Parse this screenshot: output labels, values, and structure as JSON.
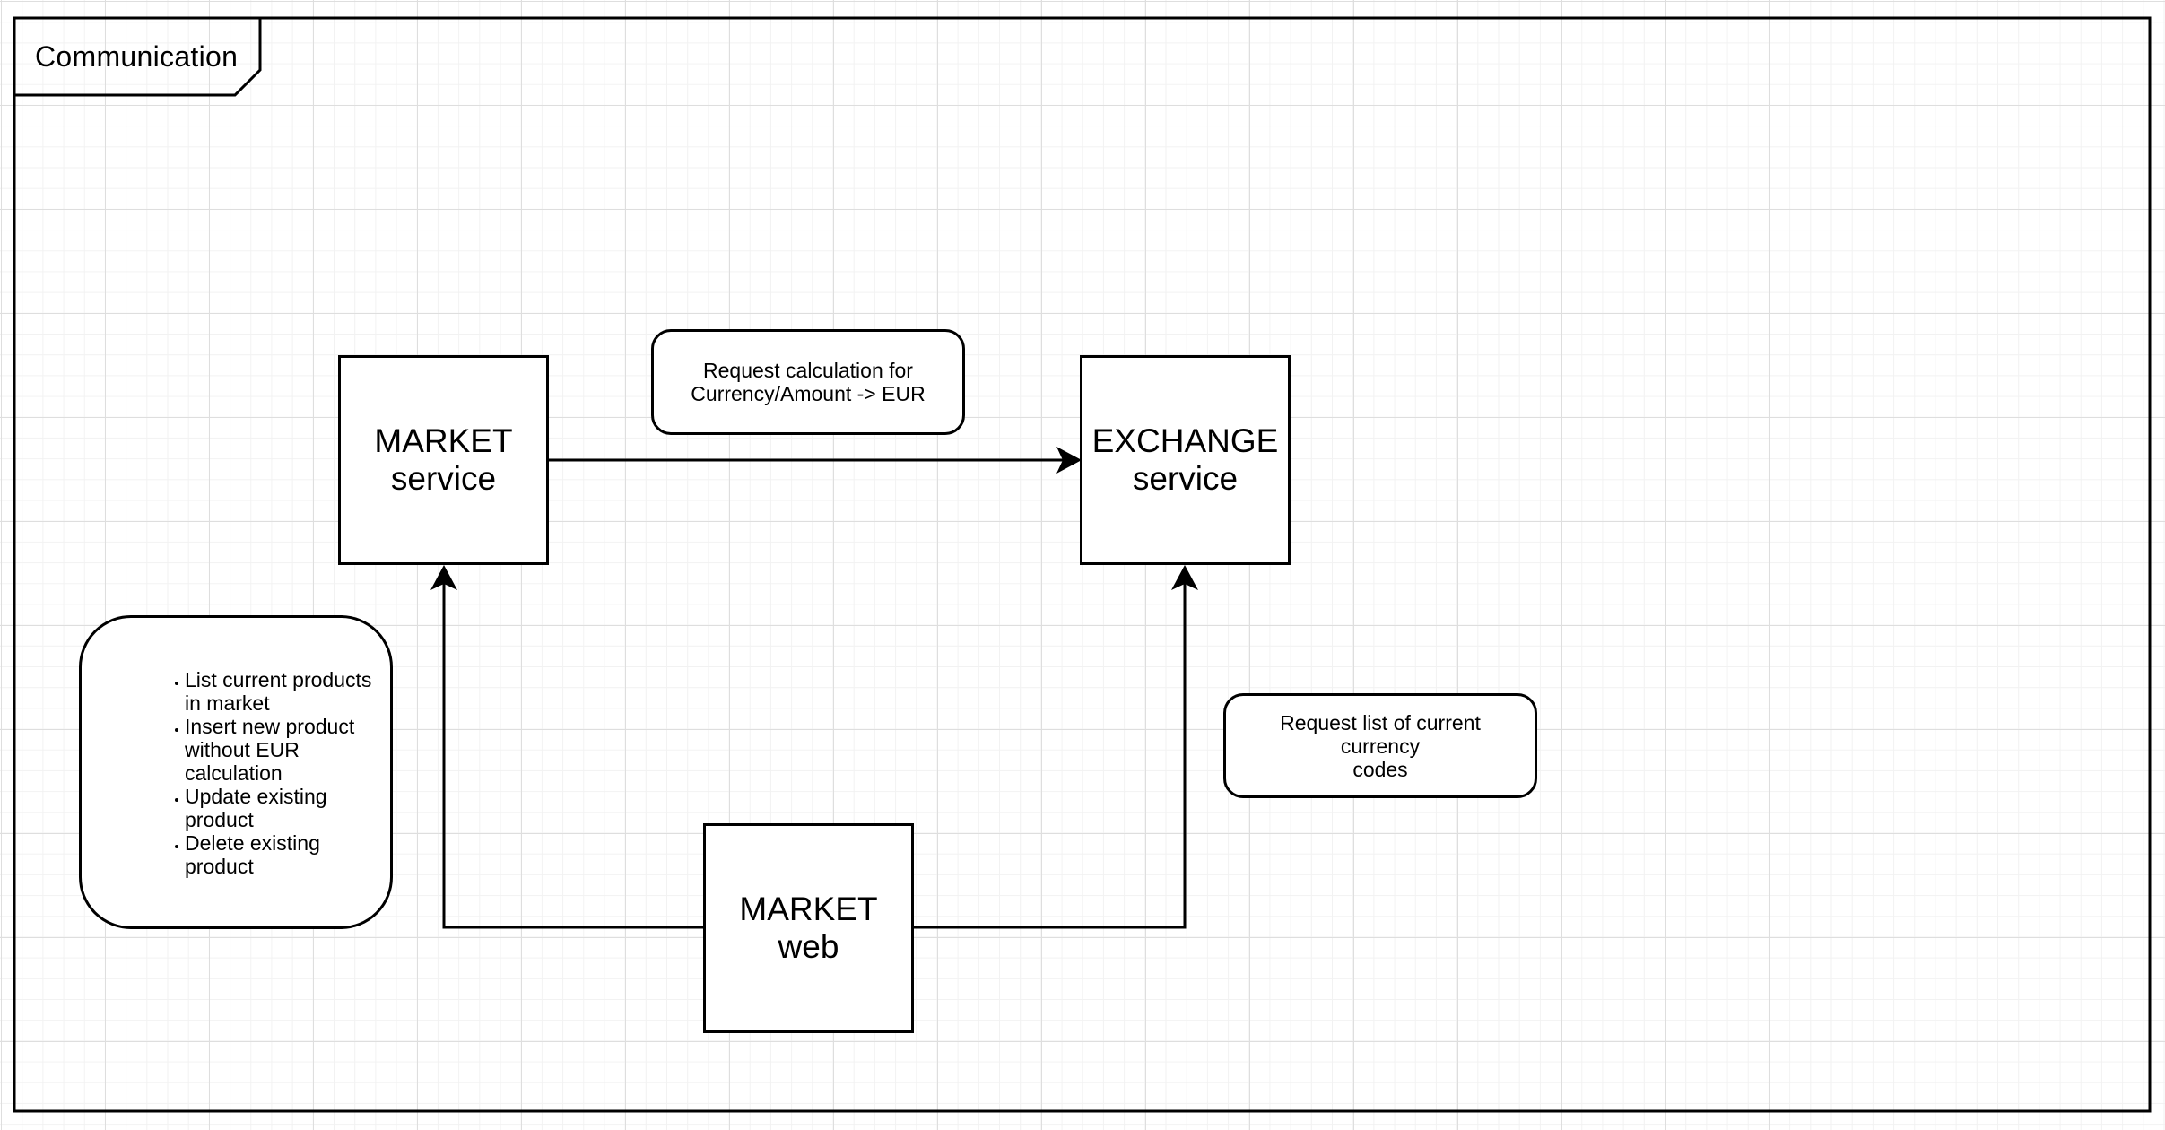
{
  "frame": {
    "title": "Communication"
  },
  "nodes": {
    "market_service": {
      "line1": "MARKET",
      "line2": "service"
    },
    "exchange_service": {
      "line1": "EXCHANGE",
      "line2": "service"
    },
    "market_web": {
      "line1": "MARKET",
      "line2": "web"
    }
  },
  "notes": {
    "exchange_request": {
      "line1": "Request calculation for",
      "line2": "Currency/Amount -> EUR"
    },
    "currency_codes": {
      "line1": "Request list of current currency",
      "line2": "codes"
    },
    "market_functions": {
      "items": [
        {
          "line1": "List current products",
          "line2": "in market"
        },
        {
          "line1": "Insert new product",
          "line2": "without EUR",
          "line3": "calculation"
        },
        {
          "line1": "Update existing",
          "line2": "product"
        },
        {
          "line1": "Delete existing",
          "line2": "product"
        }
      ]
    }
  },
  "colors": {
    "stroke": "#000000",
    "grid_major": "#dedede",
    "grid_minor": "#f2f2f2",
    "background": "#ffffff"
  }
}
